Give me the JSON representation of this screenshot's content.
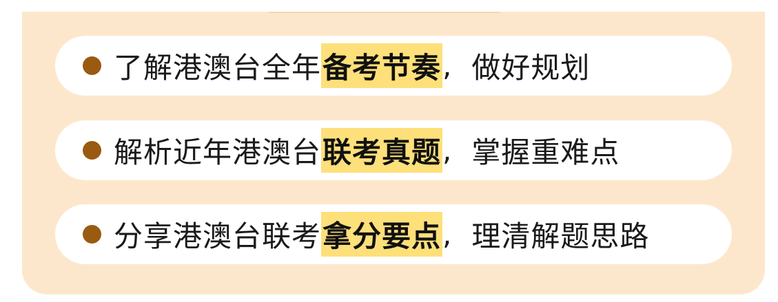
{
  "colors": {
    "panel_bg": "#fde7cc",
    "pill_bg": "#ffffff",
    "bullet": "#9a5a12",
    "highlight": "#fde07a"
  },
  "items": [
    {
      "prefix": "了解港澳台全年",
      "highlight": "备考节奏",
      "comma": ",",
      "suffix": "做好规划"
    },
    {
      "prefix": "解析近年港澳台",
      "highlight": "联考真题",
      "comma": ",",
      "suffix": "掌握重难点"
    },
    {
      "prefix": "分享港澳台联考",
      "highlight": "拿分要点",
      "comma": ",",
      "suffix": "理清解题思路"
    }
  ]
}
